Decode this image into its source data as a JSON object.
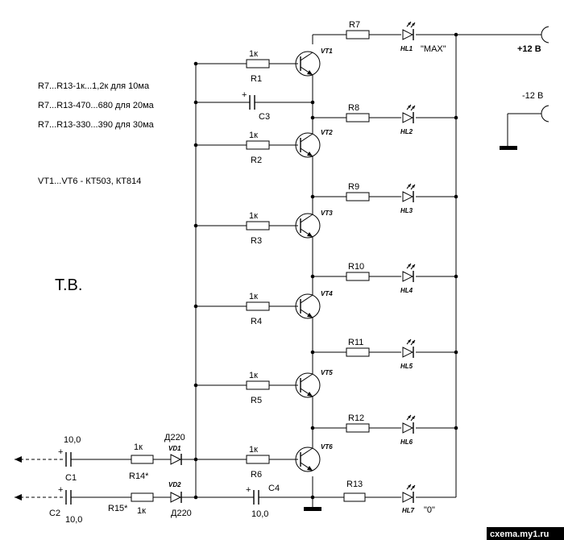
{
  "notes": [
    "R7...R13-1к...1,2к для 10ма",
    "R7...R13-470...680 для 20ма",
    "R7...R13-330...390 для 30ма",
    "VT1...VT6 - КТ503, КТ814"
  ],
  "author": "Т.В.",
  "watermark": "cxema.my1.ru",
  "power": {
    "pos": "+12 В",
    "neg": "-12 В"
  },
  "led_labels": {
    "max": "\"MAX\"",
    "zero": "\"0\""
  },
  "base_resistor_value": "1к",
  "stages": [
    {
      "vt": "VT1",
      "rb": "R1",
      "rc": "R7",
      "hl": "HL1"
    },
    {
      "vt": "VT2",
      "rb": "R2",
      "rc": "R8",
      "hl": "HL2"
    },
    {
      "vt": "VT3",
      "rb": "R3",
      "rc": "R9",
      "hl": "HL3"
    },
    {
      "vt": "VT4",
      "rb": "R4",
      "rc": "R10",
      "hl": "HL4"
    },
    {
      "vt": "VT5",
      "rb": "R5",
      "rc": "R11",
      "hl": "HL5"
    },
    {
      "vt": "VT6",
      "rb": "R6",
      "rc": "R12",
      "hl": "HL6"
    }
  ],
  "last": {
    "rc": "R13",
    "hl": "HL7"
  },
  "caps": {
    "c3": "C3",
    "c4": {
      "name": "C4",
      "value": "10,0"
    },
    "c1": {
      "name": "C1",
      "value": "10,0"
    },
    "c2": {
      "name": "C2",
      "value": "10,0"
    }
  },
  "inputs": {
    "r14": {
      "name": "R14*",
      "value": "1к"
    },
    "r15": {
      "name": "R15*",
      "value": "1к"
    },
    "vd1": {
      "name": "VD1",
      "type": "Д220"
    },
    "vd2": {
      "name": "VD2",
      "type": "Д220"
    }
  }
}
